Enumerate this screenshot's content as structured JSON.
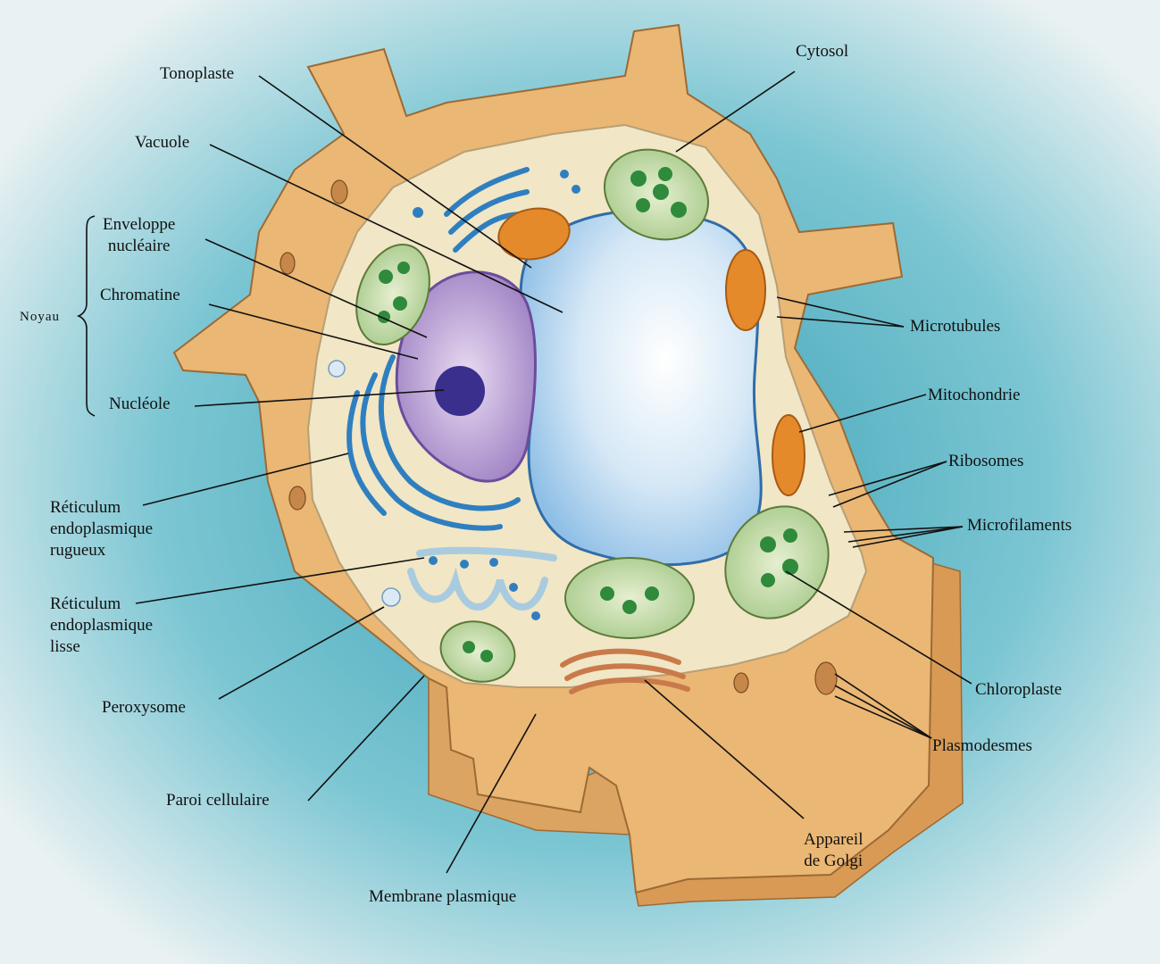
{
  "colors": {
    "background": "#5fb7c6",
    "cell_wall": "#e9b477",
    "cytoplasm": "#efe5c4",
    "vacuole": "#bcd8ee",
    "nucleus": "#a487c4",
    "chloroplast": "#2f8a3c",
    "mitochondria": "#e58a2a",
    "er": "#2f7fc0"
  },
  "labels": {
    "tonoplaste": "Tonoplaste",
    "vacuole": "Vacuole",
    "enveloppe": [
      "Enveloppe",
      "nucléaire"
    ],
    "noyau": "Noyau",
    "chromatine": "Chromatine",
    "nucleole": "Nucléole",
    "rer": [
      "Réticulum",
      "endoplasmique",
      "rugueux"
    ],
    "rel": [
      "Réticulum",
      "endoplasmique",
      "lisse"
    ],
    "peroxysome": "Peroxysome",
    "paroi": "Paroi cellulaire",
    "membrane": "Membrane plasmique",
    "cytosol": "Cytosol",
    "microtubules": "Microtubules",
    "mitochondrie": "Mitochondrie",
    "ribosomes": "Ribosomes",
    "microfilaments": "Microfilaments",
    "chloroplaste": "Chloroplaste",
    "plasmodesmes": "Plasmodesmes",
    "golgi": [
      "Appareil",
      "de Golgi"
    ]
  }
}
